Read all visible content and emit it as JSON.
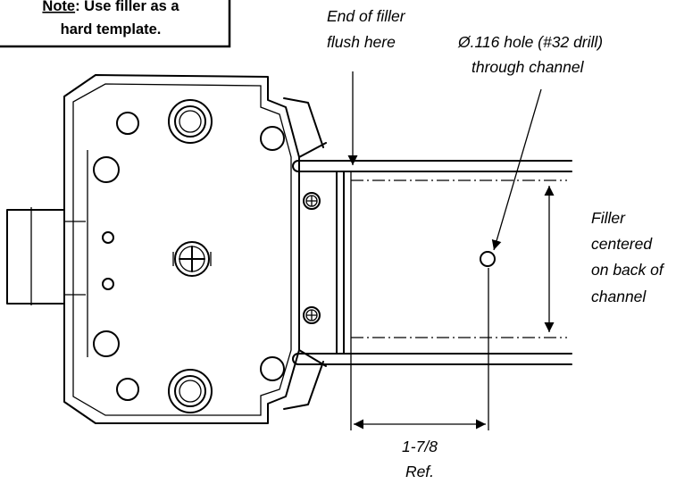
{
  "note": {
    "lead": "Note",
    "line1_rest": ":  Use filler as a",
    "line2": "hard template."
  },
  "callouts": {
    "filler_end_line1": "End of filler",
    "filler_end_line2": "flush here",
    "hole_line1": "Ø.116 hole (#32 drill)",
    "hole_line2": "through channel",
    "filler_line1": "Filler",
    "filler_line2": "centered",
    "filler_line3": "on back of",
    "filler_line4": "channel"
  },
  "dimension": {
    "value": "1-7/8",
    "ref": "Ref."
  }
}
